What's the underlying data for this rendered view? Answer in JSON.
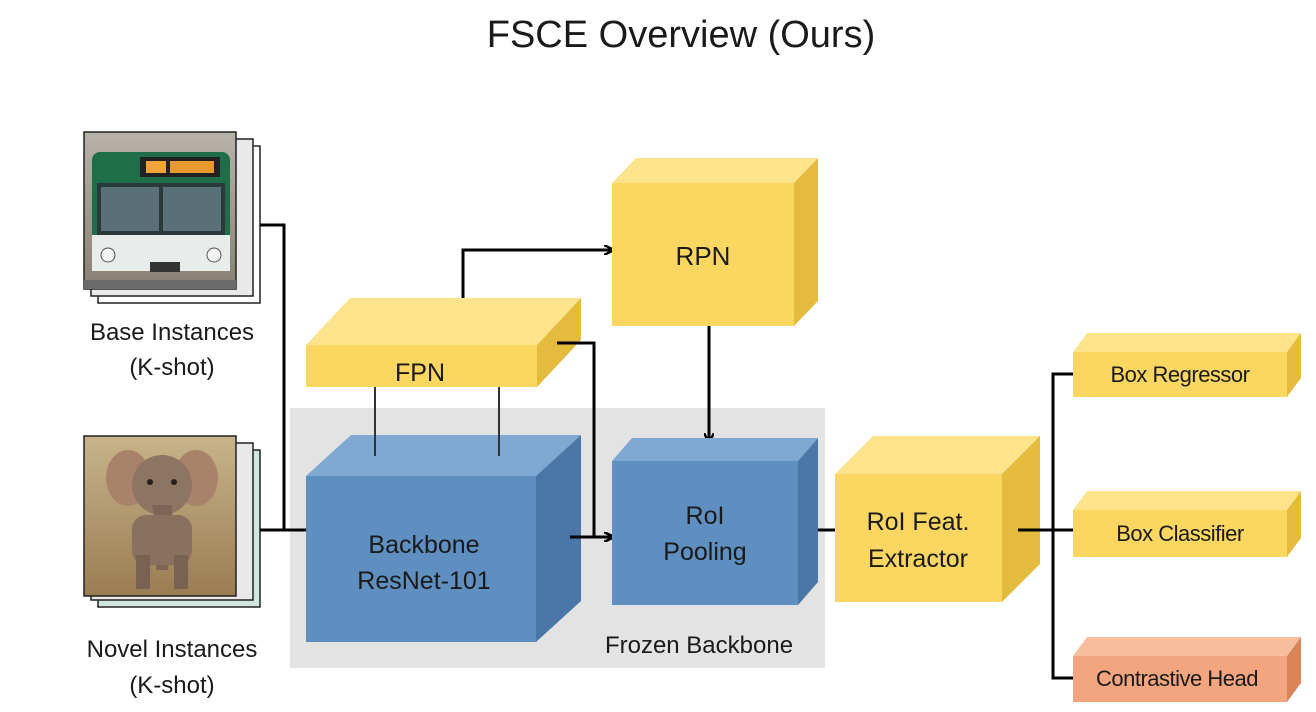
{
  "title": "FSCE Overview (Ours)",
  "inputs": {
    "base": {
      "line1": "Base Instances",
      "line2": "(K-shot)"
    },
    "novel": {
      "line1": "Novel Instances",
      "line2": "(K-shot)"
    }
  },
  "frozen_region": {
    "label": "Frozen Backbone"
  },
  "blocks": {
    "backbone": {
      "line1": "Backbone",
      "line2": "ResNet-101"
    },
    "fpn": {
      "label": "FPN"
    },
    "rpn": {
      "label": "RPN"
    },
    "roi_pooling": {
      "line1": "RoI",
      "line2": "Pooling"
    },
    "roi_extractor": {
      "line1": "RoI Feat.",
      "line2": "Extractor"
    }
  },
  "heads": {
    "box_regressor": "Box Regressor",
    "box_classifier": "Box Classifier",
    "contrastive_head": "Contrastive Head"
  },
  "colors": {
    "yellow_front": "#FBD660",
    "yellow_top": "#FCE38C",
    "yellow_side": "#E4BB3C",
    "blue_front": "#5F8FC0",
    "blue_top": "#7FA8D2",
    "blue_side": "#4A77A8",
    "orange_front": "#F2A57E",
    "orange_side": "#D98558",
    "frozen_bg": "#E3E3E3"
  }
}
